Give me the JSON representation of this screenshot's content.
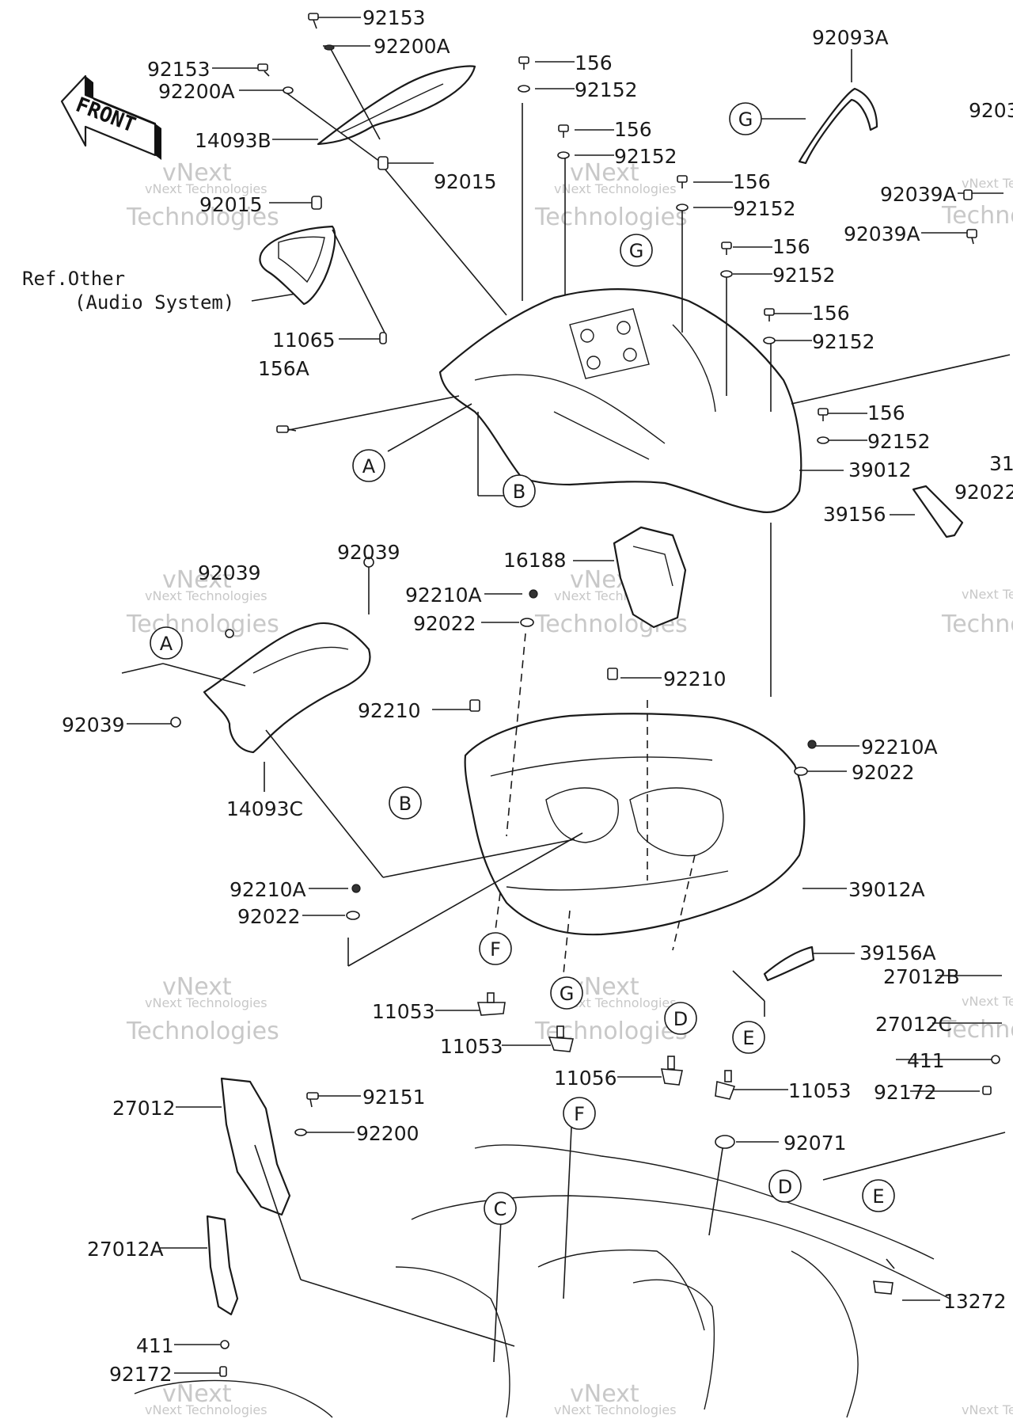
{
  "front_arrow": {
    "label": "FRONT"
  },
  "watermark": {
    "line1": "vNext",
    "line2": "vNext Technologies",
    "line3": "Technologies"
  },
  "ref_note": {
    "line1": "Ref.Other",
    "line2": "(Audio System)"
  },
  "labels": [
    {
      "id": "l01",
      "text": "92153"
    },
    {
      "id": "l02",
      "text": "92200A"
    },
    {
      "id": "l03",
      "text": "92153"
    },
    {
      "id": "l04",
      "text": "92200A"
    },
    {
      "id": "l05",
      "text": "14093B"
    },
    {
      "id": "l06",
      "text": "92015"
    },
    {
      "id": "l07",
      "text": "92015"
    },
    {
      "id": "l08",
      "text": "11065"
    },
    {
      "id": "l09",
      "text": "156A"
    },
    {
      "id": "l10",
      "text": "156"
    },
    {
      "id": "l11",
      "text": "92152"
    },
    {
      "id": "l12",
      "text": "156"
    },
    {
      "id": "l13",
      "text": "92152"
    },
    {
      "id": "l14",
      "text": "156"
    },
    {
      "id": "l15",
      "text": "92152"
    },
    {
      "id": "l16",
      "text": "156"
    },
    {
      "id": "l17",
      "text": "92152"
    },
    {
      "id": "l18",
      "text": "156"
    },
    {
      "id": "l19",
      "text": "92152"
    },
    {
      "id": "l20",
      "text": "156"
    },
    {
      "id": "l21",
      "text": "92152"
    },
    {
      "id": "l22",
      "text": "92093A"
    },
    {
      "id": "l23",
      "text": "9203"
    },
    {
      "id": "l24",
      "text": "92039A"
    },
    {
      "id": "l25",
      "text": "92039A"
    },
    {
      "id": "l26",
      "text": "39012"
    },
    {
      "id": "l27",
      "text": "31"
    },
    {
      "id": "l28",
      "text": "92022"
    },
    {
      "id": "l29",
      "text": "39156"
    },
    {
      "id": "l30",
      "text": "92039"
    },
    {
      "id": "l31",
      "text": "92039"
    },
    {
      "id": "l32",
      "text": "92039"
    },
    {
      "id": "l33",
      "text": "14093C"
    },
    {
      "id": "l34",
      "text": "16188"
    },
    {
      "id": "l35",
      "text": "92210A"
    },
    {
      "id": "l36",
      "text": "92022"
    },
    {
      "id": "l37",
      "text": "92210"
    },
    {
      "id": "l38",
      "text": "92210"
    },
    {
      "id": "l39",
      "text": "92210A"
    },
    {
      "id": "l40",
      "text": "92022"
    },
    {
      "id": "l41",
      "text": "39012A"
    },
    {
      "id": "l42",
      "text": "92210A"
    },
    {
      "id": "l43",
      "text": "92022"
    },
    {
      "id": "l44",
      "text": "39156A"
    },
    {
      "id": "l45",
      "text": "27012B"
    },
    {
      "id": "l46",
      "text": "27012C"
    },
    {
      "id": "l47",
      "text": "411"
    },
    {
      "id": "l48",
      "text": "92172"
    },
    {
      "id": "l49",
      "text": "11053"
    },
    {
      "id": "l50",
      "text": "11053"
    },
    {
      "id": "l51",
      "text": "11056"
    },
    {
      "id": "l52",
      "text": "11053"
    },
    {
      "id": "l53",
      "text": "27012"
    },
    {
      "id": "l54",
      "text": "92151"
    },
    {
      "id": "l55",
      "text": "92200"
    },
    {
      "id": "l56",
      "text": "92071"
    },
    {
      "id": "l57",
      "text": "27012A"
    },
    {
      "id": "l58",
      "text": "13272"
    },
    {
      "id": "l59",
      "text": "411"
    },
    {
      "id": "l60",
      "text": "92172"
    }
  ],
  "callouts": [
    {
      "id": "c01",
      "letter": "G"
    },
    {
      "id": "c02",
      "letter": "G"
    },
    {
      "id": "c03",
      "letter": "A"
    },
    {
      "id": "c04",
      "letter": "B"
    },
    {
      "id": "c05",
      "letter": "A"
    },
    {
      "id": "c06",
      "letter": "B"
    },
    {
      "id": "c07",
      "letter": "F"
    },
    {
      "id": "c08",
      "letter": "G"
    },
    {
      "id": "c09",
      "letter": "D"
    },
    {
      "id": "c10",
      "letter": "E"
    },
    {
      "id": "c11",
      "letter": "F"
    },
    {
      "id": "c12",
      "letter": "C"
    },
    {
      "id": "c13",
      "letter": "D"
    },
    {
      "id": "c14",
      "letter": "E"
    }
  ]
}
